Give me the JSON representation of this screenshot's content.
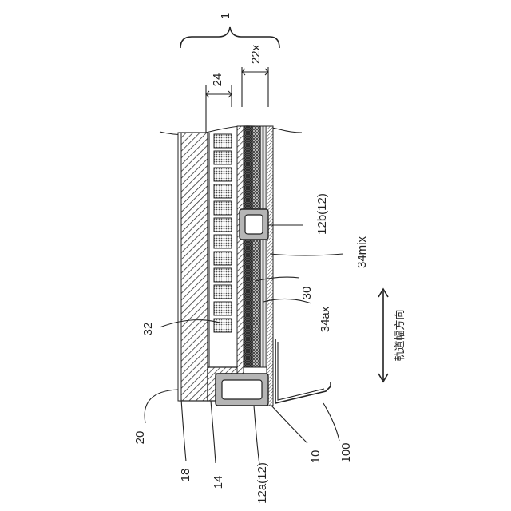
{
  "figure": {
    "labels": {
      "assembly": "1",
      "dim_22x": "22x",
      "dim_24": "24",
      "l_12b": "12b(12)",
      "l_34mix": "34mix",
      "l_34ax": "34ax",
      "l_30": "30",
      "l_32": "32",
      "l_20": "20",
      "l_18": "18",
      "l_14": "14",
      "l_12a": "12a(12)",
      "l_10": "10",
      "l_100": "100",
      "direction": "軌道幅方向"
    }
  }
}
